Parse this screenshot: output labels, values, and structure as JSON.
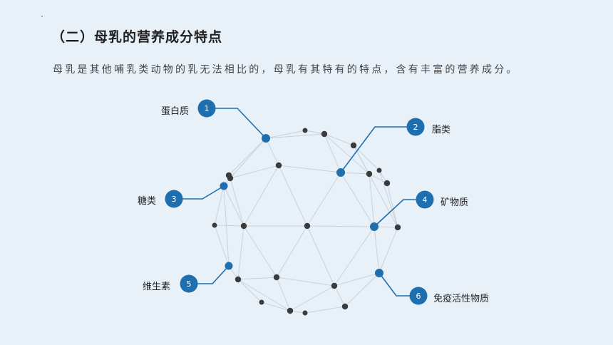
{
  "title": "（二）母乳的营养成分特点",
  "subtitle": "母乳是其他哺乳类动物的乳无法相比的，母乳有其特有的特点，含有丰富的营养成分。",
  "accent_color": "#1f6fae",
  "node_color": "#3b3b3b",
  "callouts": [
    {
      "number": "1",
      "label": "蛋白质"
    },
    {
      "number": "2",
      "label": "脂类"
    },
    {
      "number": "3",
      "label": "糖类"
    },
    {
      "number": "4",
      "label": "矿物质"
    },
    {
      "number": "5",
      "label": "维生素"
    },
    {
      "number": "6",
      "label": "免疫活性物质"
    }
  ]
}
